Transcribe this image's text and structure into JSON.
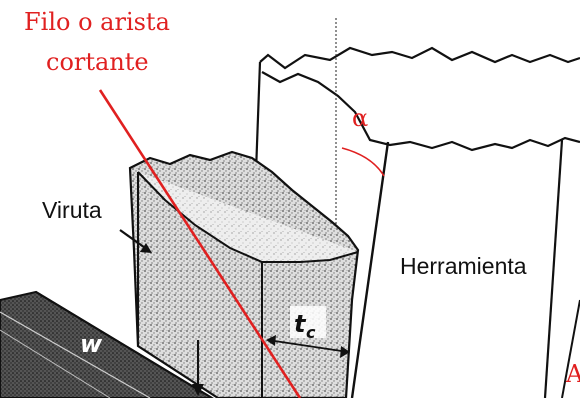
{
  "labels": {
    "cutting_edge_line1": "Filo o arista",
    "cutting_edge_line2": "cortante",
    "alpha": "α",
    "chip": "Viruta",
    "tool": "Herramienta",
    "thickness_symbol": "t",
    "thickness_subscript": "c",
    "width_symbol": "w",
    "edge_fragment": "A"
  },
  "colors": {
    "annotation": "#e02020",
    "ink": "#111111"
  }
}
